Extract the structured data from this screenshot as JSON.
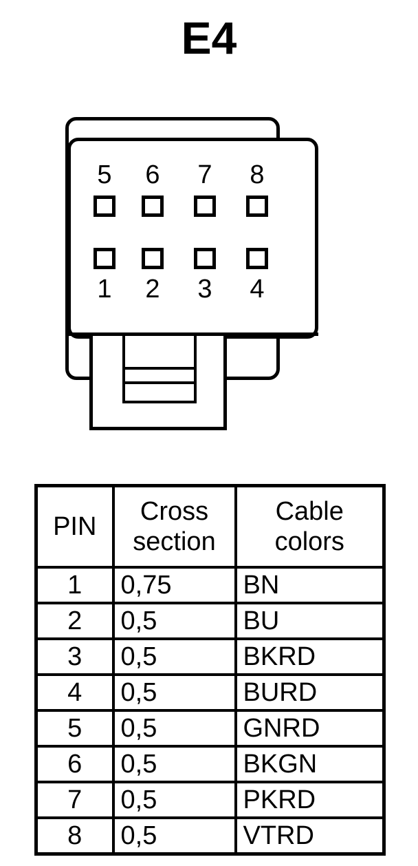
{
  "title": "E4",
  "connector": {
    "name": "8-way connector pinout",
    "top_row_pins": [
      "5",
      "6",
      "7",
      "8"
    ],
    "bottom_row_pins": [
      "1",
      "2",
      "3",
      "4"
    ],
    "pin_count": 8,
    "line_color": "#000000",
    "fill_color": "#ffffff"
  },
  "table": {
    "headers": [
      "PIN",
      "Cross section",
      "Cable colors"
    ],
    "header_lines": {
      "col1": [
        "PIN"
      ],
      "col2": [
        "Cross",
        "section"
      ],
      "col3": [
        "Cable",
        "colors"
      ]
    },
    "rows": [
      {
        "pin": "1",
        "cross_section": "0,75",
        "cable_color": "BN"
      },
      {
        "pin": "2",
        "cross_section": "0,5",
        "cable_color": "BU"
      },
      {
        "pin": "3",
        "cross_section": "0,5",
        "cable_color": "BKRD"
      },
      {
        "pin": "4",
        "cross_section": "0,5",
        "cable_color": "BURD"
      },
      {
        "pin": "5",
        "cross_section": "0,5",
        "cable_color": "GNRD"
      },
      {
        "pin": "6",
        "cross_section": "0,5",
        "cable_color": "BKGN"
      },
      {
        "pin": "7",
        "cross_section": "0,5",
        "cable_color": "PKRD"
      },
      {
        "pin": "8",
        "cross_section": "0,5",
        "cable_color": "VTRD"
      }
    ]
  }
}
